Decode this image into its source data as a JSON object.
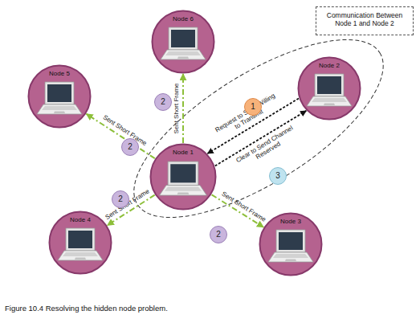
{
  "diagram": {
    "caption": "Figure 10.4 Resolving the hidden node problem.",
    "nodes": [
      {
        "text": [
          "Node 6"
        ]
      },
      {
        "text": [
          "Communication Between Node 1 and Node 2"
        ]
      },
      {
        "text": [
          "Node 5"
        ]
      },
      {
        "text": [
          "Node 2"
        ]
      },
      {
        "text": [
          "Node 1"
        ]
      },
      {
        "text": [
          "Node 4"
        ]
      },
      {
        "text": [
          "Node 3"
        ]
      }
    ],
    "edges": [
      {
        "from": 3,
        "to": 4,
        "label": "Request to Send Willing to Transmit",
        "arrow": "to"
      },
      {
        "from": 4,
        "to": 3,
        "label": "Clear to Send Channel Reserved",
        "arrow": "to"
      },
      {
        "from": 4,
        "to": 0,
        "label": "Sent Short Frame",
        "arrow": "to"
      },
      {
        "from": 4,
        "to": 2,
        "label": "Sent Short Frame",
        "arrow": "to"
      },
      {
        "from": 4,
        "to": 5,
        "label": "Sent Short Frame",
        "arrow": "to"
      },
      {
        "from": 4,
        "to": 6,
        "label": "Sent Short Frame",
        "arrow": "to"
      }
    ],
    "labels": [
      "1",
      "2",
      "2",
      "2",
      "2",
      "3"
    ]
  }
}
